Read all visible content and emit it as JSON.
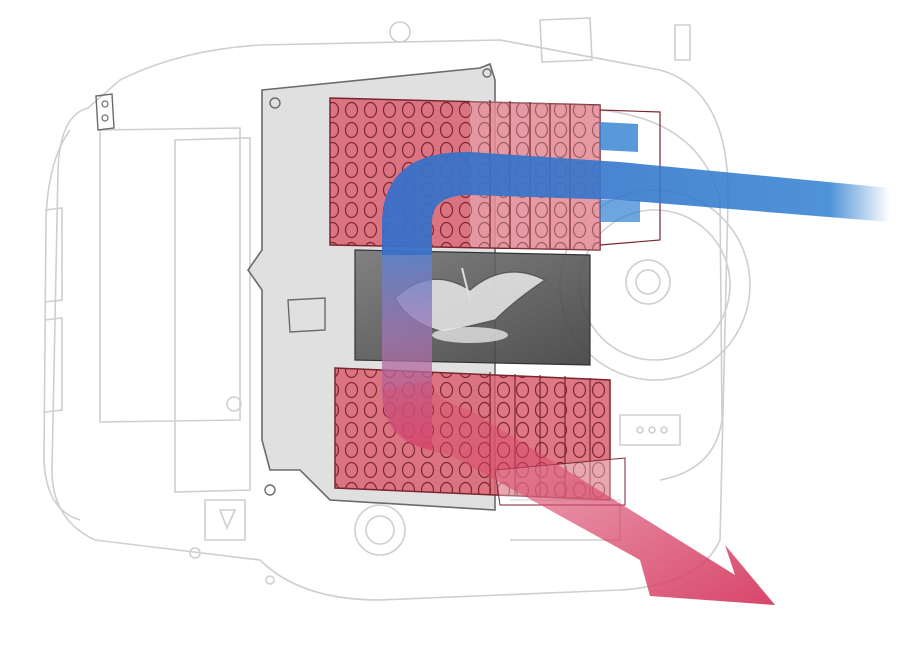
{
  "diagram": {
    "colors": {
      "background": "#ffffff",
      "housing_line": "#cfcfcf",
      "plate_line": "#6b6b6b",
      "plate_fill": "#d6d6d6",
      "heatsink_fill": "#d9606f",
      "heatsink_line": "#7a2630",
      "fan_box": "#595959",
      "cool_air": "#2f7fd0",
      "warm_air": "#d8466a"
    },
    "icons": [
      "camera-body-outline",
      "cooling-fan-icon",
      "heatsink-block",
      "airflow-arrow"
    ]
  }
}
